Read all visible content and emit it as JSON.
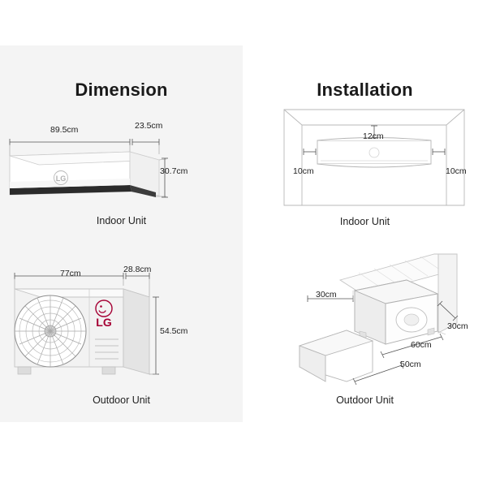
{
  "page": {
    "background": "#ffffff",
    "left_panel_background": "#f4f4f4"
  },
  "left_section": {
    "title": "Dimension",
    "indoor": {
      "caption": "Indoor Unit",
      "dims": {
        "width": "89.5cm",
        "depth": "23.5cm",
        "height": "30.7cm"
      }
    },
    "outdoor": {
      "caption": "Outdoor Unit",
      "dims": {
        "width": "77cm",
        "depth": "28.8cm",
        "height": "54.5cm"
      },
      "brand": "LG"
    }
  },
  "right_section": {
    "title": "Installation",
    "indoor": {
      "caption": "Indoor Unit",
      "dims": {
        "top": "12cm",
        "left": "10cm",
        "right": "10cm"
      }
    },
    "outdoor": {
      "caption": "Outdoor Unit",
      "dims": {
        "left": "30cm",
        "right": "30cm",
        "front": "60cm",
        "bottom": "50cm"
      }
    }
  },
  "colors": {
    "line": "#4a4a4a",
    "text": "#222222",
    "title": "#1a1a1a",
    "lg_red": "#a50034",
    "unit_body": "#ffffff",
    "unit_shadow": "#e8e8e8"
  }
}
